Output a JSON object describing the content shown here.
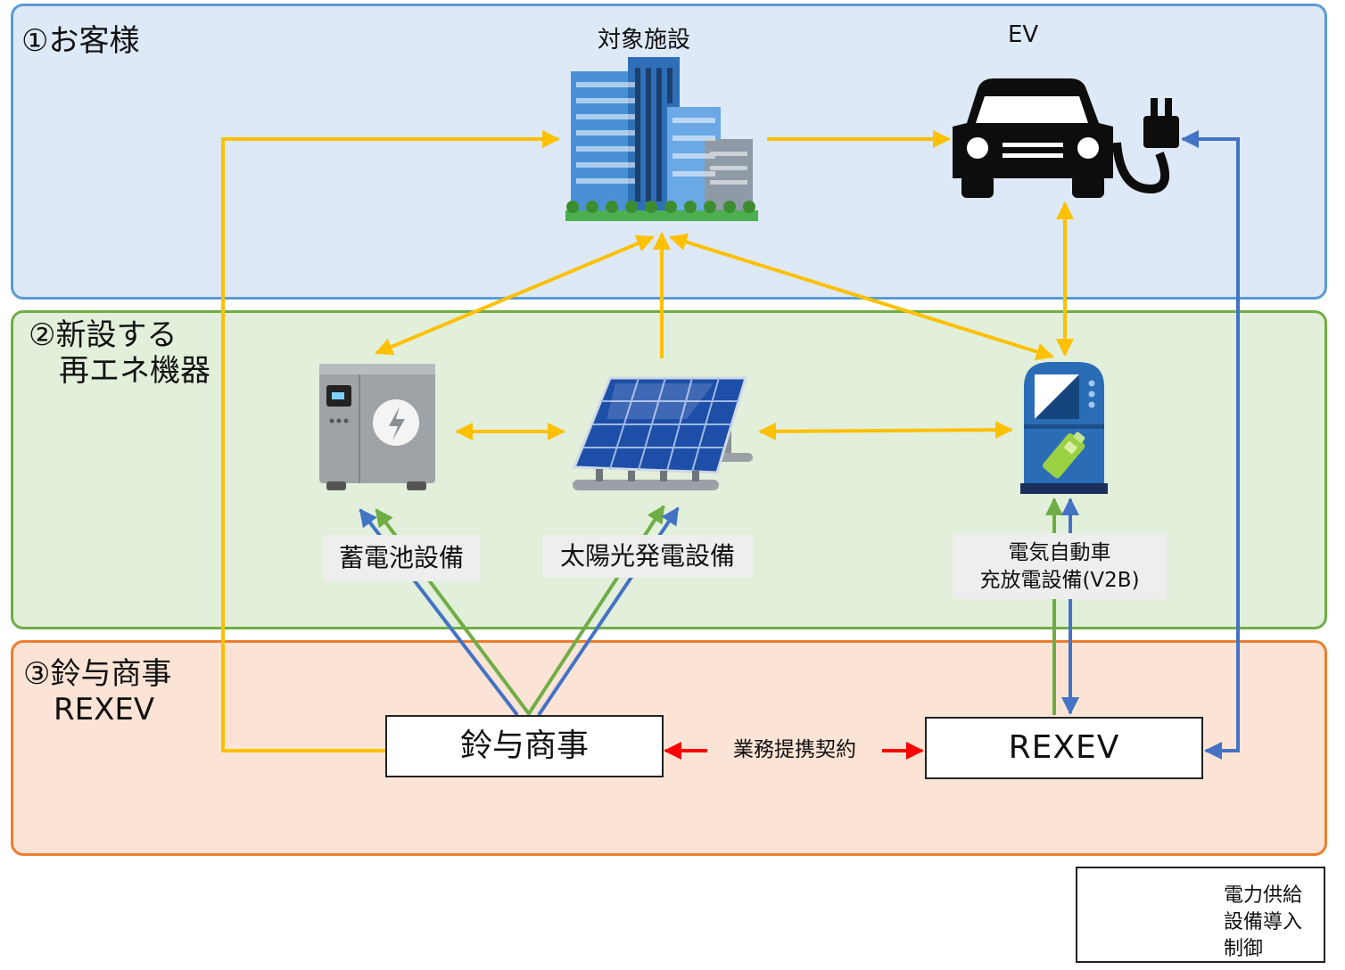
{
  "zones": {
    "customer": {
      "title": "①お客様"
    },
    "equipment": {
      "title": "②新設する\n　再エネ機器"
    },
    "company": {
      "title": "③鈴与商事\n　REXEV"
    }
  },
  "nodes": {
    "building": "対象施設",
    "ev": "EV",
    "battery": "蓄電池設備",
    "solar": "太陽光発電設備",
    "v2b": {
      "line1": "電気自動車",
      "line2": "充放電設備(V2B)"
    },
    "suzuyo": "鈴与商事",
    "rexev": "REXEV"
  },
  "contract": "業務提携契約",
  "legend": [
    {
      "label": "電力供給",
      "color": "#ffc000"
    },
    {
      "label": "設備導入",
      "color": "#70ad47"
    },
    {
      "label": "制御",
      "color": "#4472c4"
    }
  ],
  "colors": {
    "power": "#ffc000",
    "install": "#70ad47",
    "control": "#4472c4",
    "contract": "#ff0000"
  }
}
